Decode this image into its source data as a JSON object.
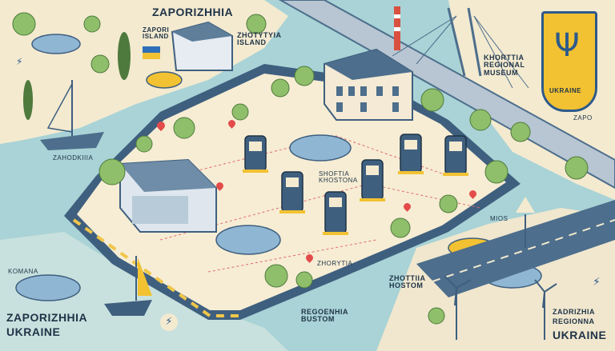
{
  "labels": {
    "city_top": "ZAPORIZHHIA",
    "zapor_island": "ZAPORI\nISLAND",
    "khortytsia_island": "ZHOTYTYIA\nISLAND",
    "museum": "KHORTTIA\nREGIONAL\nMUSEUM",
    "emblem_caption": "UKRAINE",
    "zapo_small": "ZAPO",
    "bank_left": "ZAHODKIIIA",
    "center_station": "SHOFTIA\nKHOSTONA",
    "right_road": "MIOS",
    "left_water": "KOMANA",
    "bottom_left_1": "ZAPORIZHHIA",
    "bottom_left_2": "UKRAINE",
    "center_bottom_1": "ZHOTTIIA\nHOSTOM",
    "center_bottom_2": "REGOENHIA\nBUSTOM",
    "bottom_right_1": "ZADRIZHIA",
    "bottom_right_2": "REGIONNA",
    "bottom_right_3": "UKRAINE",
    "lot_sign": "ZHORYTIA"
  },
  "colors": {
    "water": "#a9d3d6",
    "land": "#f6edd4",
    "road": "#4d6e8c",
    "curb": "#f0c64a",
    "tree": "#8fbf6a",
    "charger": "#3f5f7f",
    "accent": "#f2c232"
  },
  "icons": [
    "charging-station-icon",
    "map-pin-icon",
    "bolt-icon",
    "warning-sign-icon",
    "trident-emblem-icon",
    "flag-icon"
  ]
}
